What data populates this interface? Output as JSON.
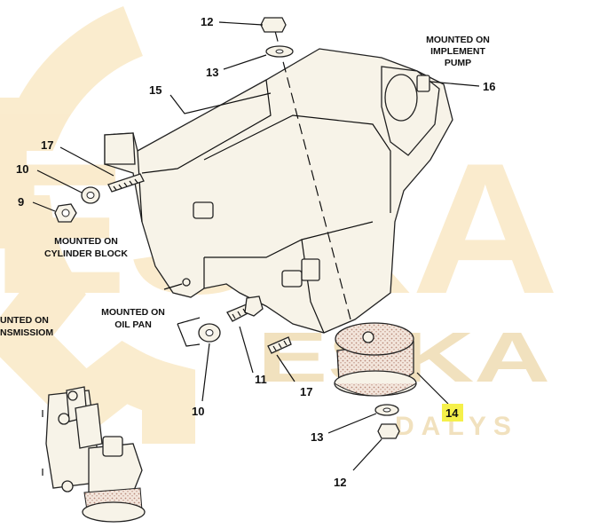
{
  "colors": {
    "watermark": "#f6dca6",
    "watermark_dark": "#e7c98a",
    "highlight": "#f5f04a",
    "ink": "#111111",
    "rubber_dots": "#b98a7a"
  },
  "watermark": {
    "big_text": "ESKA",
    "small_text": "ESKA",
    "sub_text": "DALYS"
  },
  "callouts": [
    {
      "id": "c12_top",
      "text": "12"
    },
    {
      "id": "c13_top",
      "text": "13"
    },
    {
      "id": "c15",
      "text": "15"
    },
    {
      "id": "c16",
      "text": "16"
    },
    {
      "id": "c17_left",
      "text": "17"
    },
    {
      "id": "c10_left",
      "text": "10"
    },
    {
      "id": "c9",
      "text": "9"
    },
    {
      "id": "c11",
      "text": "11"
    },
    {
      "id": "c17_bottom",
      "text": "17"
    },
    {
      "id": "c10_bottom",
      "text": "10"
    },
    {
      "id": "c13_bottom",
      "text": "13"
    },
    {
      "id": "c12_bottom",
      "text": "12"
    },
    {
      "id": "c14",
      "text": "14"
    }
  ],
  "labels": {
    "implement_pump": [
      "MOUNTED ON",
      "IMPLEMENT",
      "PUMP"
    ],
    "cylinder_block": [
      "MOUNTED ON",
      "CYLINDER BLOCK"
    ],
    "oil_pan": [
      "MOUNTED ON",
      "OIL PAN"
    ],
    "transmission": [
      "UNTED ON",
      "NSMISSIOM"
    ]
  }
}
